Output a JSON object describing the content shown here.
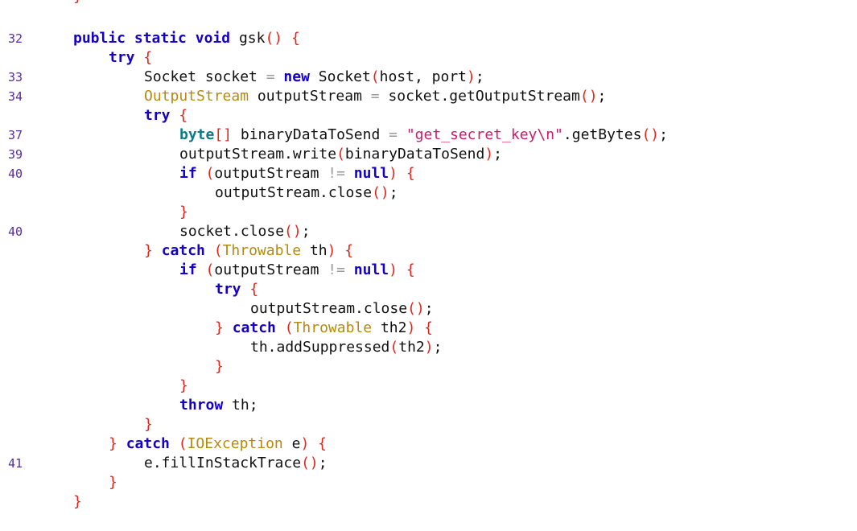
{
  "editor": {
    "language": "java",
    "top_clip": "}",
    "lines": [
      {
        "ln": "32",
        "indent": 0,
        "tokens": [
          [
            "kw",
            "public"
          ],
          [
            "t",
            " "
          ],
          [
            "kw",
            "static"
          ],
          [
            "t",
            " "
          ],
          [
            "kw",
            "void"
          ],
          [
            "t",
            " gsk"
          ],
          [
            "br",
            "()"
          ],
          [
            "t",
            " "
          ],
          [
            "br",
            "{"
          ]
        ]
      },
      {
        "ln": "",
        "indent": 4,
        "tokens": [
          [
            "kw",
            "try"
          ],
          [
            "t",
            " "
          ],
          [
            "br",
            "{"
          ]
        ]
      },
      {
        "ln": "33",
        "indent": 8,
        "tokens": [
          [
            "t",
            "Socket socket "
          ],
          [
            "op",
            "="
          ],
          [
            "t",
            " "
          ],
          [
            "kw",
            "new"
          ],
          [
            "t",
            " Socket"
          ],
          [
            "br",
            "("
          ],
          [
            "t",
            "host, port"
          ],
          [
            "br",
            ")"
          ],
          [
            "t",
            ";"
          ]
        ]
      },
      {
        "ln": "34",
        "indent": 8,
        "tokens": [
          [
            "tp",
            "OutputStream"
          ],
          [
            "t",
            " outputStream "
          ],
          [
            "op",
            "="
          ],
          [
            "t",
            " socket.getOutputStream"
          ],
          [
            "br",
            "()"
          ],
          [
            "t",
            ";"
          ]
        ]
      },
      {
        "ln": "",
        "indent": 8,
        "tokens": [
          [
            "kw",
            "try"
          ],
          [
            "t",
            " "
          ],
          [
            "br",
            "{"
          ]
        ]
      },
      {
        "ln": "37",
        "indent": 12,
        "tokens": [
          [
            "ty",
            "byte"
          ],
          [
            "br",
            "[]"
          ],
          [
            "t",
            " binaryDataToSend "
          ],
          [
            "op",
            "="
          ],
          [
            "t",
            " "
          ],
          [
            "st",
            "\"get_secret_key\\n\""
          ],
          [
            "t",
            ".getBytes"
          ],
          [
            "br",
            "()"
          ],
          [
            "t",
            ";"
          ]
        ]
      },
      {
        "ln": "39",
        "indent": 12,
        "tokens": [
          [
            "t",
            "outputStream.write"
          ],
          [
            "br",
            "("
          ],
          [
            "t",
            "binaryDataToSend"
          ],
          [
            "br",
            ")"
          ],
          [
            "t",
            ";"
          ]
        ]
      },
      {
        "ln": "40",
        "indent": 12,
        "tokens": [
          [
            "kw",
            "if"
          ],
          [
            "t",
            " "
          ],
          [
            "br",
            "("
          ],
          [
            "t",
            "outputStream "
          ],
          [
            "op",
            "!="
          ],
          [
            "t",
            " "
          ],
          [
            "kw",
            "null"
          ],
          [
            "br",
            ")"
          ],
          [
            "t",
            " "
          ],
          [
            "br",
            "{"
          ]
        ]
      },
      {
        "ln": "",
        "indent": 16,
        "tokens": [
          [
            "t",
            "outputStream.close"
          ],
          [
            "br",
            "()"
          ],
          [
            "t",
            ";"
          ]
        ]
      },
      {
        "ln": "",
        "indent": 12,
        "tokens": [
          [
            "br",
            "}"
          ]
        ]
      },
      {
        "ln": "40",
        "indent": 12,
        "tokens": [
          [
            "t",
            "socket.close"
          ],
          [
            "br",
            "()"
          ],
          [
            "t",
            ";"
          ]
        ]
      },
      {
        "ln": "",
        "indent": 8,
        "tokens": [
          [
            "br",
            "}"
          ],
          [
            "t",
            " "
          ],
          [
            "kw",
            "catch"
          ],
          [
            "t",
            " "
          ],
          [
            "br",
            "("
          ],
          [
            "tp",
            "Throwable"
          ],
          [
            "t",
            " th"
          ],
          [
            "br",
            ")"
          ],
          [
            "t",
            " "
          ],
          [
            "br",
            "{"
          ]
        ]
      },
      {
        "ln": "",
        "indent": 12,
        "tokens": [
          [
            "kw",
            "if"
          ],
          [
            "t",
            " "
          ],
          [
            "br",
            "("
          ],
          [
            "t",
            "outputStream "
          ],
          [
            "op",
            "!="
          ],
          [
            "t",
            " "
          ],
          [
            "kw",
            "null"
          ],
          [
            "br",
            ")"
          ],
          [
            "t",
            " "
          ],
          [
            "br",
            "{"
          ]
        ]
      },
      {
        "ln": "",
        "indent": 16,
        "tokens": [
          [
            "kw",
            "try"
          ],
          [
            "t",
            " "
          ],
          [
            "br",
            "{"
          ]
        ]
      },
      {
        "ln": "",
        "indent": 20,
        "tokens": [
          [
            "t",
            "outputStream.close"
          ],
          [
            "br",
            "()"
          ],
          [
            "t",
            ";"
          ]
        ]
      },
      {
        "ln": "",
        "indent": 16,
        "tokens": [
          [
            "br",
            "}"
          ],
          [
            "t",
            " "
          ],
          [
            "kw",
            "catch"
          ],
          [
            "t",
            " "
          ],
          [
            "br",
            "("
          ],
          [
            "tp",
            "Throwable"
          ],
          [
            "t",
            " th2"
          ],
          [
            "br",
            ")"
          ],
          [
            "t",
            " "
          ],
          [
            "br",
            "{"
          ]
        ]
      },
      {
        "ln": "",
        "indent": 20,
        "tokens": [
          [
            "t",
            "th.addSuppressed"
          ],
          [
            "br",
            "("
          ],
          [
            "t",
            "th2"
          ],
          [
            "br",
            ")"
          ],
          [
            "t",
            ";"
          ]
        ]
      },
      {
        "ln": "",
        "indent": 16,
        "tokens": [
          [
            "br",
            "}"
          ]
        ]
      },
      {
        "ln": "",
        "indent": 12,
        "tokens": [
          [
            "br",
            "}"
          ]
        ]
      },
      {
        "ln": "",
        "indent": 12,
        "tokens": [
          [
            "kw",
            "throw"
          ],
          [
            "t",
            " th;"
          ]
        ]
      },
      {
        "ln": "",
        "indent": 8,
        "tokens": [
          [
            "br",
            "}"
          ]
        ]
      },
      {
        "ln": "",
        "indent": 4,
        "tokens": [
          [
            "br",
            "}"
          ],
          [
            "t",
            " "
          ],
          [
            "kw",
            "catch"
          ],
          [
            "t",
            " "
          ],
          [
            "br",
            "("
          ],
          [
            "tp",
            "IOException"
          ],
          [
            "t",
            " e"
          ],
          [
            "br",
            ")"
          ],
          [
            "t",
            " "
          ],
          [
            "br",
            "{"
          ]
        ]
      },
      {
        "ln": "41",
        "indent": 8,
        "tokens": [
          [
            "t",
            "e.fillInStackTrace"
          ],
          [
            "br",
            "()"
          ],
          [
            "t",
            ";"
          ]
        ]
      },
      {
        "ln": "",
        "indent": 4,
        "tokens": [
          [
            "br",
            "}"
          ]
        ]
      },
      {
        "ln": "",
        "indent": 0,
        "tokens": [
          [
            "br",
            "}"
          ]
        ]
      }
    ]
  }
}
